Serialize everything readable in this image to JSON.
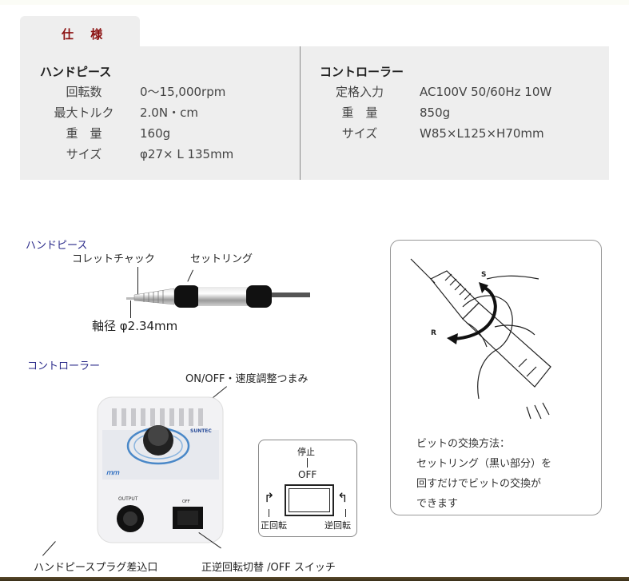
{
  "spec_tab": {
    "label": "仕 様"
  },
  "handpiece_spec": {
    "title": "ハンドピース",
    "rows": [
      {
        "key": "回転数",
        "value": "0～15,000rpm"
      },
      {
        "key": "最大トルク",
        "value": "2.0N・cm"
      },
      {
        "key": "重　量",
        "value": "160g"
      },
      {
        "key": "サイズ",
        "value": "φ27× L 135mm"
      }
    ]
  },
  "controller_spec": {
    "title": "コントローラー",
    "rows": [
      {
        "key": "定格入力",
        "value": "AC100V 50/60Hz 10W"
      },
      {
        "key": "重　量",
        "value": "850g"
      },
      {
        "key": "サイズ",
        "value": "W85×L125×H70mm"
      }
    ]
  },
  "handpiece_figure": {
    "title": "ハンドピース",
    "label_collet": "コレットチャック",
    "label_set_ring": "セットリング",
    "label_shaft": "軸径 φ2.34mm"
  },
  "controller_figure": {
    "title": "コントローラー",
    "label_knob": "ON/OFF・速度調整つまみ",
    "label_plug": "ハンドピースプラグ差込口",
    "label_switch": "正逆回転切替 /OFF スイッチ",
    "device_brand": "SUNTEC",
    "device_output": "OUTPUT",
    "device_off": "OFF"
  },
  "switch_diagram": {
    "stop": "停止",
    "off": "OFF",
    "forward": "正回転",
    "reverse": "逆回転"
  },
  "bit_change": {
    "s_label": "S",
    "r_label": "R",
    "lines": [
      "ビットの交換方法：",
      "セットリング（黒い部分）を",
      "回すだけでビットの交換が",
      "できます"
    ]
  }
}
